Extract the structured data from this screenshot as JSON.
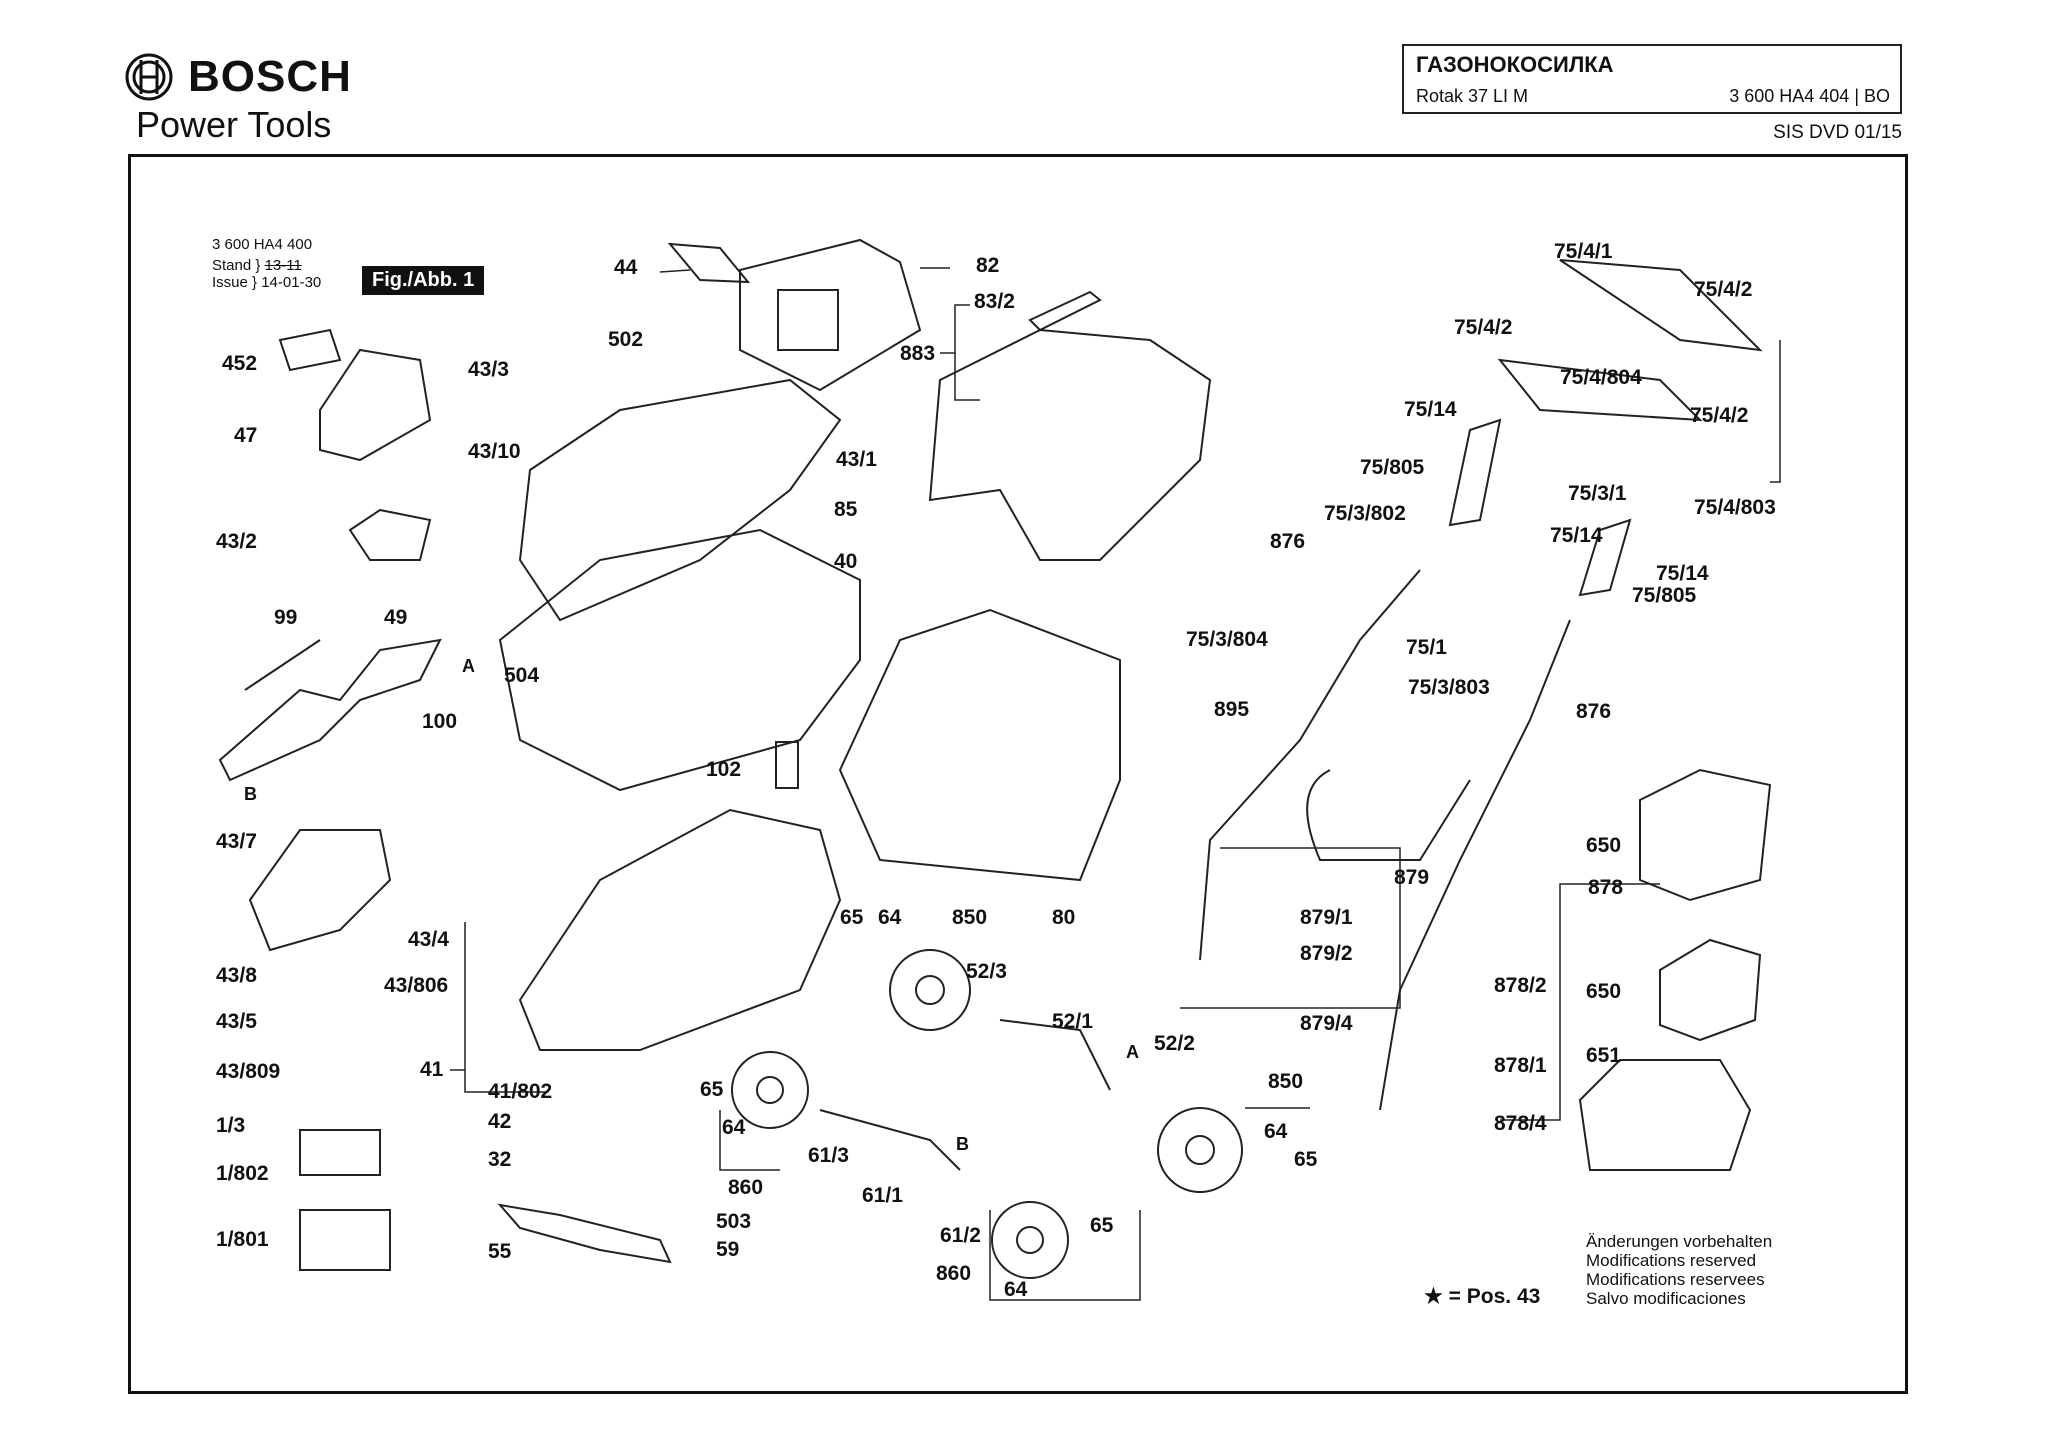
{
  "header": {
    "brand": "BOSCH",
    "brand_sub": "Power Tools",
    "title": "ГАЗОНОКОСИЛКА",
    "model": "Rotak 37 LI M",
    "part_number": "3 600 HA4 404 | BO",
    "sis": "SIS DVD 01/15"
  },
  "meta": {
    "code": "3 600 HA4 400",
    "stand_label": "Stand",
    "issue_label": "Issue",
    "stand_value": "13-11",
    "issue_value": "14-01-30",
    "figure": "Fig./Abb. 1"
  },
  "labels": {
    "l44": "44",
    "l82": "82",
    "l83_2": "83/2",
    "l883": "883",
    "l502": "502",
    "l452": "452",
    "l47": "47",
    "l43_3": "43/3",
    "l43_10": "43/10",
    "l43_1": "43/1",
    "l85": "85",
    "l43_2": "43/2",
    "l40": "40",
    "l99": "99",
    "l49": "49",
    "lA1": "A",
    "l504": "504",
    "l100": "100",
    "lB1": "B",
    "l102": "102",
    "l80": "80",
    "l43_7": "43/7",
    "l43_4": "43/4",
    "l43_8": "43/8",
    "l43_806": "43/806",
    "l43_5": "43/5",
    "l43_809": "43/809",
    "l41": "41",
    "l41_802": "41/802",
    "l65a": "65",
    "l64a": "64",
    "l850a": "850",
    "l52_3": "52/3",
    "l52_1": "52/1",
    "lA2": "A",
    "l52_2": "52/2",
    "l42": "42",
    "l65b": "65",
    "l64b": "64",
    "l860a": "860",
    "l1_3": "1/3",
    "l1_802": "1/802",
    "l32": "32",
    "l61_3": "61/3",
    "l61_1": "61/1",
    "lB2": "B",
    "l1_801": "1/801",
    "l503": "503",
    "l59": "59",
    "l55": "55",
    "l61_2": "61/2",
    "l860b": "860",
    "l64c": "64",
    "l65c": "65",
    "l850b": "850",
    "l64d": "64",
    "l65d": "65",
    "l75_4_1": "75/4/1",
    "l75_4_2a": "75/4/2",
    "l75_4_2b": "75/4/2",
    "l75_4_804": "75/4/804",
    "l75_4_2c": "75/4/2",
    "l75_14a": "75/14",
    "l75_805a": "75/805",
    "l75_3_1": "75/3/1",
    "l75_4_803": "75/4/803",
    "l75_3_802": "75/3/802",
    "l75_14b": "75/14",
    "l75_14c": "75/14",
    "l876a": "876",
    "l75_805b": "75/805",
    "l75_3_804": "75/3/804",
    "l75_1": "75/1",
    "l75_3_803": "75/3/803",
    "l895": "895",
    "l876b": "876",
    "l879": "879",
    "l879_1": "879/1",
    "l879_2": "879/2",
    "l879_4": "879/4",
    "l650a": "650",
    "l878": "878",
    "l650b": "650",
    "l878_2": "878/2",
    "l651": "651",
    "l878_1": "878/1",
    "l878_4": "878/4"
  },
  "footer": {
    "note1": "Änderungen vorbehalten",
    "note2": "Modifications reserved",
    "note3": "Modifications reservees",
    "note4": "Salvo modificaciones",
    "star_legend": "★ = Pos. 43"
  }
}
